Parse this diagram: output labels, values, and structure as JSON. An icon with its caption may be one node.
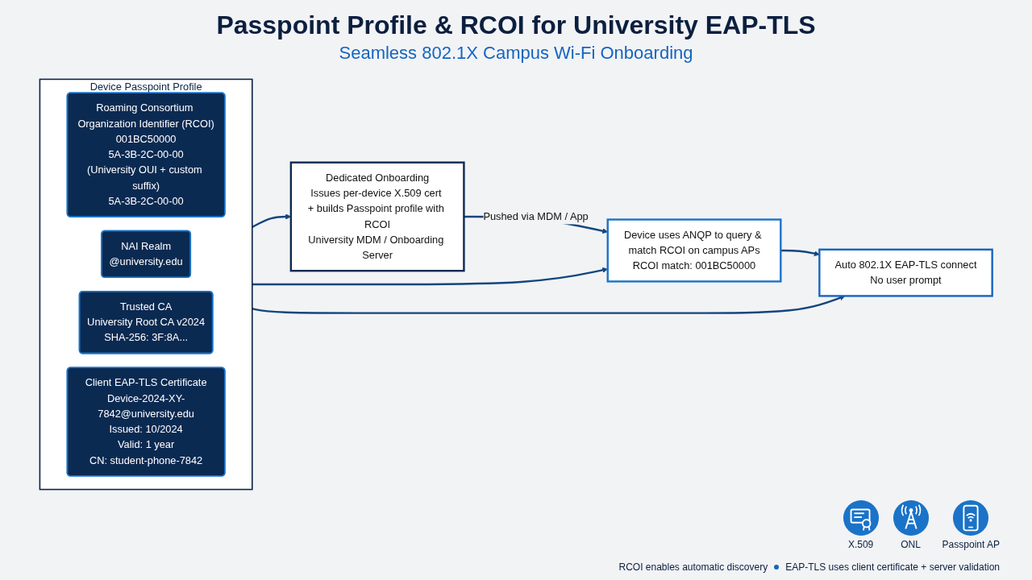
{
  "diagram": {
    "title": "Passpoint Profile & RCOI for University EAP-TLS",
    "nodes": [
      {
        "text": [
          "Device Passpoint Profile"
        ]
      },
      {
        "text": [
          "Roaming Consortium Organization Identifier (RCOI)",
          "001BC50000",
          "5A-3B-2C-00-00",
          "(University OUI + custom suffix)",
          "5A-3B-2C-00-00"
        ],
        "in": 0
      },
      {
        "text": [
          "NAI Realm",
          "@university.edu"
        ],
        "in": 0
      },
      {
        "text": [
          "Trusted CA",
          "University Root CA v2024",
          "SHA-256: 3F:8A..."
        ],
        "in": 0
      },
      {
        "text": [
          "Client EAP-TLS Certificate",
          "Device-2024-XY-7842@university.edu",
          "Issued: 10/2024",
          "Valid: 1 year",
          "CN: student-phone-7842"
        ],
        "in": 0
      },
      {
        "text": [
          "Dedicated Onboarding",
          "Issues per-device X.509 cert + builds Passpoint profile with RCOI",
          "University MDM / Onboarding Server"
        ]
      },
      {
        "text": [
          "Device uses ANQP to query & match RCOI on campus APs",
          "RCOI match: 001BC50000"
        ]
      },
      {
        "text": [
          "Auto 802.1X EAP-TLS connect",
          "No user prompt"
        ]
      }
    ],
    "edges": [
      {
        "from": 0,
        "to": 5,
        "arrow": "to"
      },
      {
        "from": 0,
        "to": 6,
        "arrow": "to"
      },
      {
        "from": 0,
        "to": 7,
        "arrow": "to"
      },
      {
        "from": 5,
        "to": 6,
        "arrow": "to",
        "label": "Pushed via MDM / App"
      },
      {
        "from": 6,
        "to": 7,
        "arrow": "to"
      }
    ],
    "labels": [
      "Seamless 802.1X Campus Wi-Fi Onboarding",
      "X.509",
      "ONL",
      "Passpoint AP",
      "RCOI enables automatic discovery",
      "EAP-TLS uses client certificate + server validation"
    ]
  }
}
